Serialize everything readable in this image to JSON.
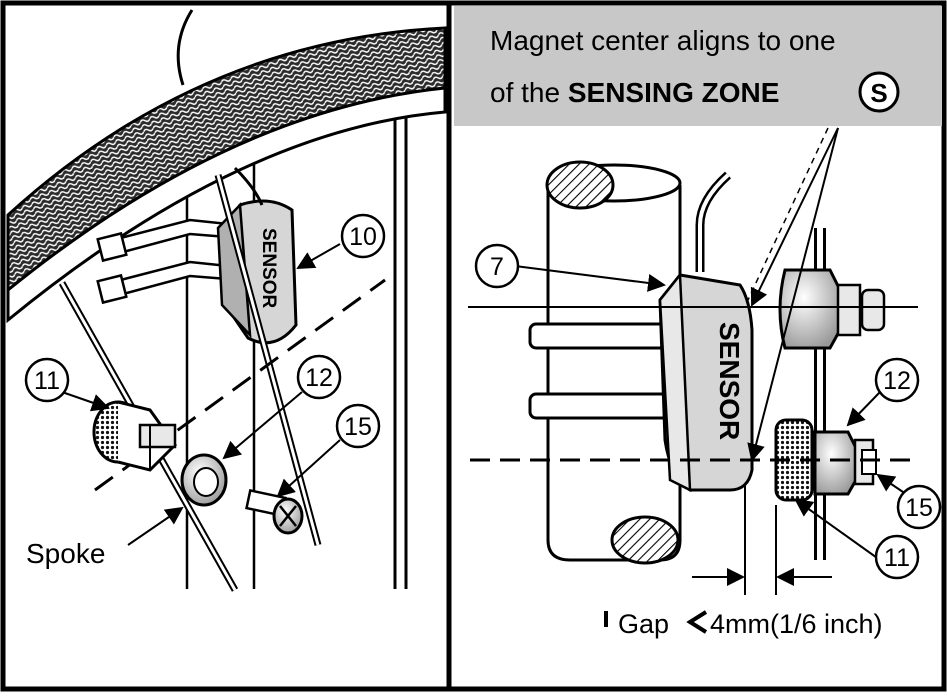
{
  "left_panel": {
    "callouts": {
      "c10": "10",
      "c11": "11",
      "c12": "12",
      "c15": "15"
    },
    "sensor_label": "SENSOR",
    "spoke_label": "Spoke"
  },
  "right_panel": {
    "banner": {
      "line1": "Magnet center aligns to one",
      "line2_prefix": "of the ",
      "line2_bold": "SENSING ZONE",
      "zone_symbol": "S"
    },
    "sensor_label": "SENSOR",
    "callouts": {
      "c7": "7",
      "c11": "11",
      "c12": "12",
      "c15": "15"
    },
    "gap_text": "Gap",
    "gap_value": "4mm(1/6 inch)"
  },
  "colors": {
    "ink": "#000000",
    "banner_fill": "#c8c8c8",
    "tire_fill": "#3a3a3a",
    "sensor_fill": "#d6d6d6"
  }
}
